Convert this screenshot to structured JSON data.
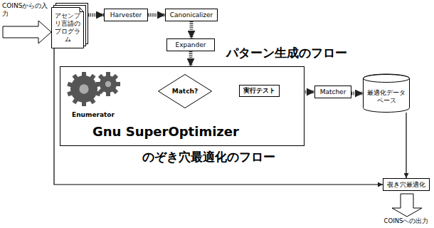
{
  "diagram": {
    "nodes": [
      {
        "text": [
          "アセンブリ言語のプログラム"
        ]
      },
      {
        "text": [
          "Harvester"
        ]
      },
      {
        "text": [
          "Canonicalizer"
        ]
      },
      {
        "text": [
          "Expander"
        ]
      },
      {
        "text": [
          "Gnu SuperOptimizer"
        ]
      },
      {
        "text": [
          "Enumerator"
        ],
        "in": 4
      },
      {
        "text": [
          "Match?"
        ],
        "in": 4
      },
      {
        "text": [
          "実行テスト"
        ],
        "in": 4
      },
      {
        "text": [
          "Matcher"
        ]
      },
      {
        "text": [
          "最適化データベース"
        ]
      },
      {
        "text": [
          "覗き穴最適化"
        ]
      }
    ],
    "edges": [
      {
        "from": 0,
        "to": 1,
        "arrow": "to"
      },
      {
        "from": 1,
        "to": 2,
        "arrow": "to"
      },
      {
        "from": 2,
        "to": 3,
        "arrow": "to"
      },
      {
        "from": 3,
        "to": 4,
        "arrow": "to"
      },
      {
        "from": 5,
        "to": 6,
        "arrow": "to"
      },
      {
        "from": 6,
        "to": 7,
        "arrow": "to"
      },
      {
        "from": 7,
        "to": 8,
        "arrow": "to"
      },
      {
        "from": 8,
        "to": 9,
        "arrow": "to"
      },
      {
        "from": 9,
        "to": 10,
        "arrow": "to"
      },
      {
        "from": 0,
        "to": 10,
        "arrow": "to"
      }
    ],
    "labels": [
      "COINSからの入力",
      "パターン生成のフロー",
      "のぞき穴最適化のフロー",
      "COINSへの出力"
    ]
  }
}
